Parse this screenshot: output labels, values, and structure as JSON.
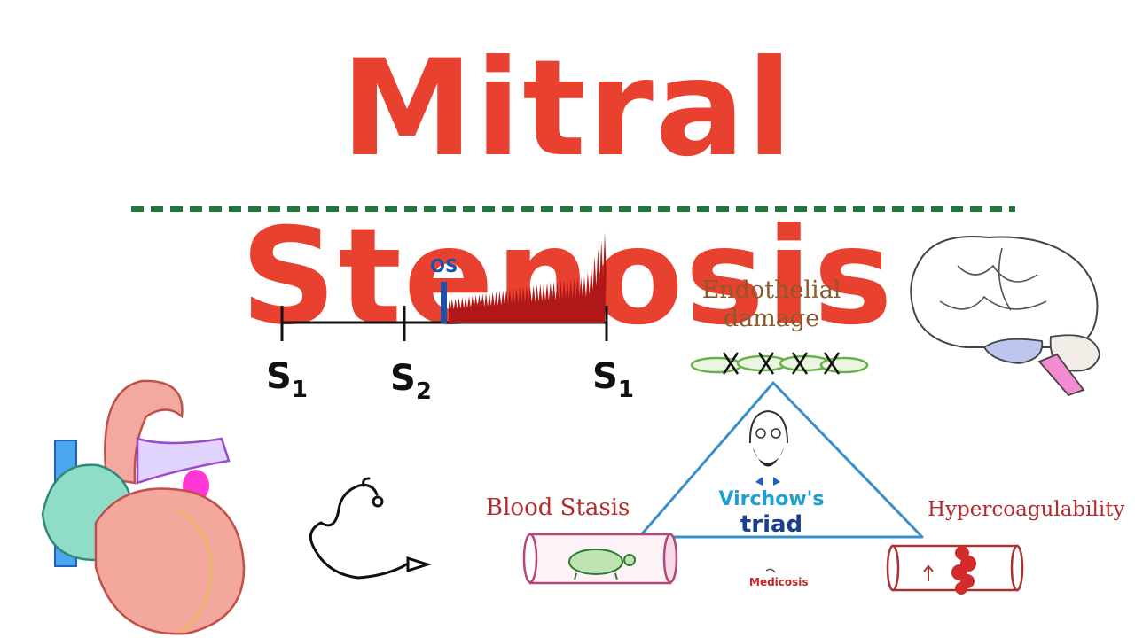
{
  "title": "Mitral Stenosis",
  "colors": {
    "title": "#e8412f",
    "divider": "#1f7a3a",
    "murmur": "#b01818",
    "opening_snap": "#1f4fa8",
    "triangle": "#3a8fc9",
    "endothelium": "#6ab04c"
  },
  "heart_sounds": {
    "labels": [
      {
        "main": "S",
        "sub": "1"
      },
      {
        "main": "S",
        "sub": "2"
      },
      {
        "main": "S",
        "sub": "1"
      }
    ],
    "opening_snap": "OS"
  },
  "virchow": {
    "line1": "Virchow's",
    "line2": "triad",
    "endothelial_line1": "Endothelial",
    "endothelial_line2": "damage",
    "stasis": "Blood Stasis",
    "hypercoag": "Hypercoagulability"
  },
  "brand": "Medicosis",
  "icons": [
    "heart-illustration",
    "stethoscope-icon",
    "brain-illustration",
    "portrait-illustration",
    "turtle-icon",
    "clot-icon",
    "up-arrow-icon"
  ]
}
